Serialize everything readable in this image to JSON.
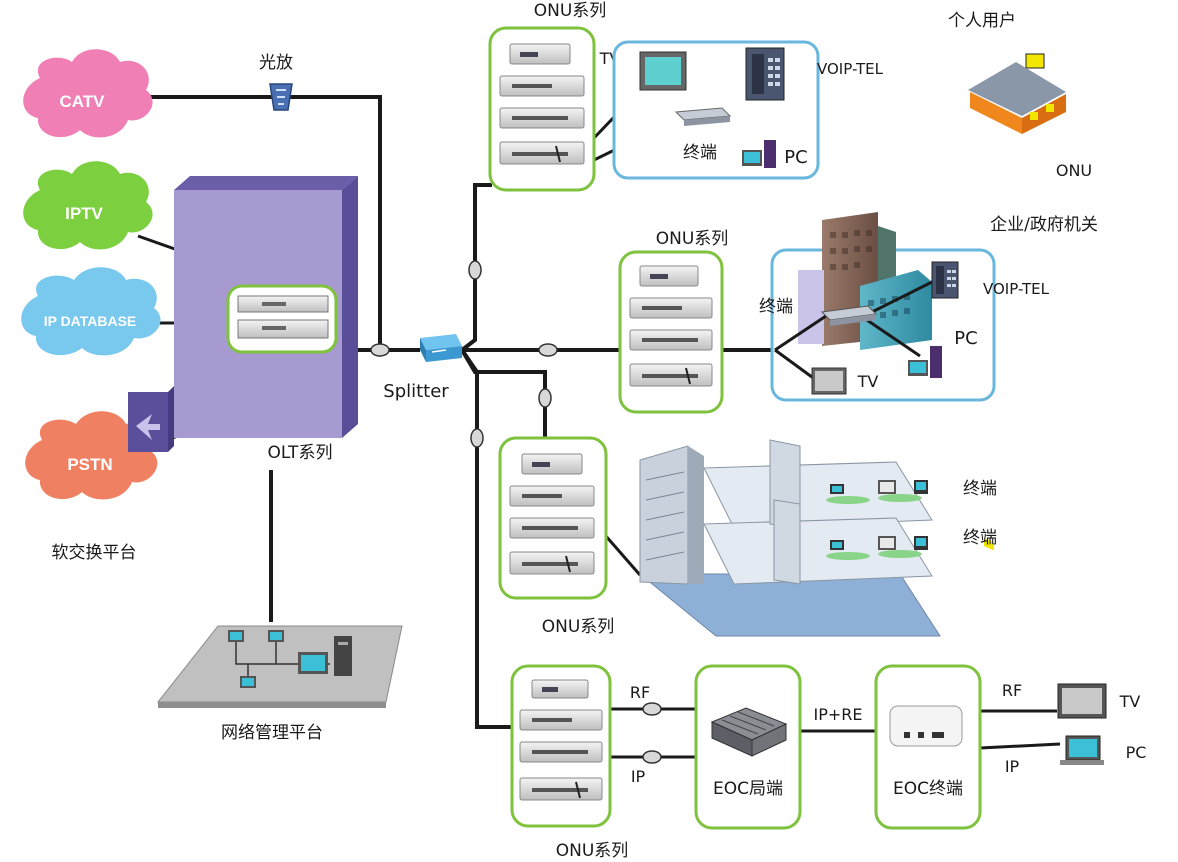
{
  "clouds": {
    "catv": "CATV",
    "iptv": "IPTV",
    "ipdb": "IP DATABASE",
    "pstn": "PSTN"
  },
  "labels": {
    "optical_amp": "光放",
    "olt": "OLT系列",
    "softswitch": "软交换平台",
    "nms": "网络管理平台",
    "splitter": "Splitter",
    "onu_series_1": "ONU系列",
    "onu_series_2": "ONU系列",
    "onu_series_3": "ONU系列",
    "onu_series_4": "ONU系列",
    "personal_user": "个人用户",
    "onu": "ONU",
    "enterprise": "企业/政府机关",
    "tv_1": "TV",
    "voip_1": "VOIP-TEL",
    "terminal_1": "终端",
    "pc_1": "PC",
    "terminal_2": "终端",
    "voip_2": "VOIP-TEL",
    "pc_2": "PC",
    "tv_2": "TV",
    "terminal_3": "终端",
    "terminal_4": "终端",
    "rf_1": "RF",
    "ip_1": "IP",
    "eoc_head": "EOC局端",
    "ip_re": "IP+RE",
    "eoc_term": "EOC终端",
    "rf_2": "RF",
    "ip_2": "IP",
    "tv_3": "TV",
    "pc_3": "PC"
  },
  "colors": {
    "green_frame": "#7ec23d",
    "blue_frame": "#6ab7de",
    "olt_purple": "#a79ad1",
    "line": "#1a1a1a",
    "catv_cloud": "#ef7fb4",
    "iptv_cloud": "#7ccf3e",
    "ipdb_cloud": "#79c8ee",
    "pstn_cloud": "#f08062"
  }
}
